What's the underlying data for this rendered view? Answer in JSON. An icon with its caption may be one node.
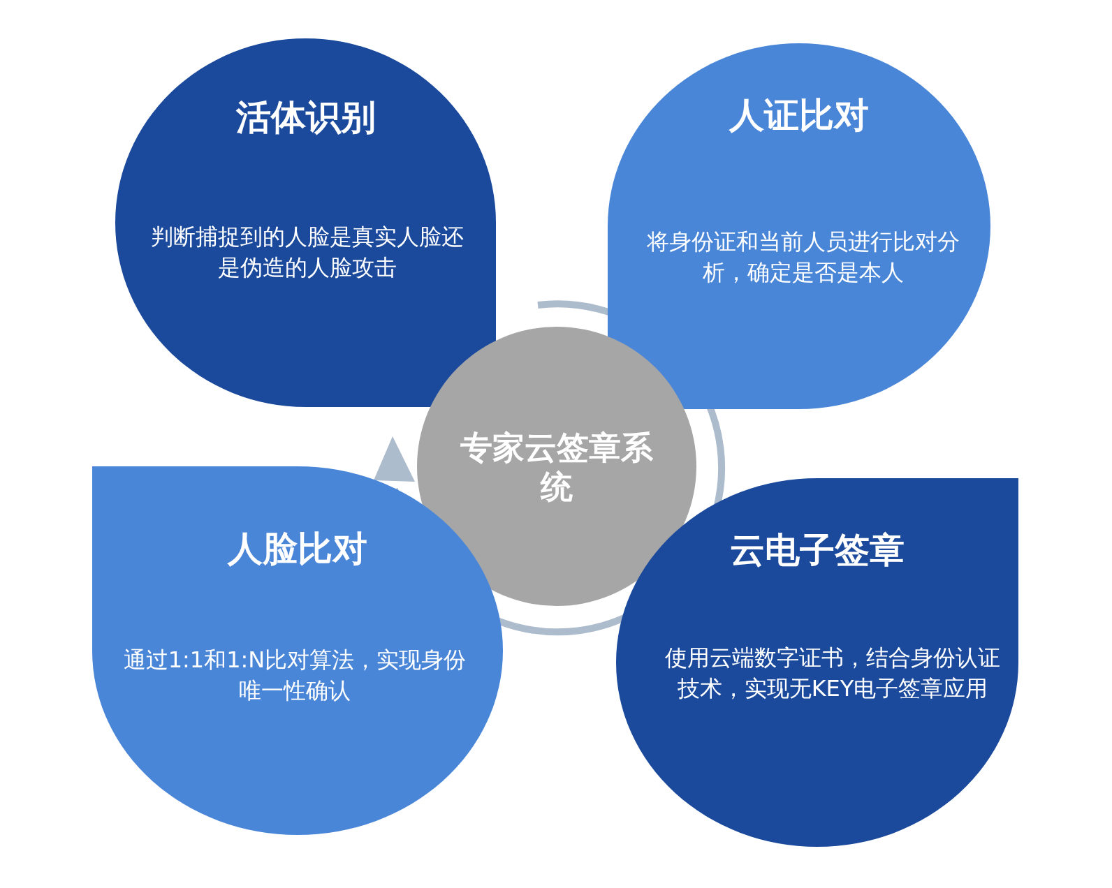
{
  "diagram": {
    "nodes": [
      {
        "text": [
          "活体识别",
          "判断捕捉到的人脸是真实人脸还是伪造的人脸攻击"
        ]
      },
      {
        "text": [
          "人证比对",
          "将身份证和当前人员进行比对分析，确定是否是本人"
        ]
      },
      {
        "text": [
          "专家云签章系统"
        ]
      },
      {
        "text": [
          "人脸比对",
          "通过1:1和1:N比对算法，实现身份唯一性确认"
        ]
      },
      {
        "text": [
          "云电子签章",
          "使用云端数字证书，结合身份认证技术，实现无KEY电子签章应用"
        ]
      }
    ]
  }
}
